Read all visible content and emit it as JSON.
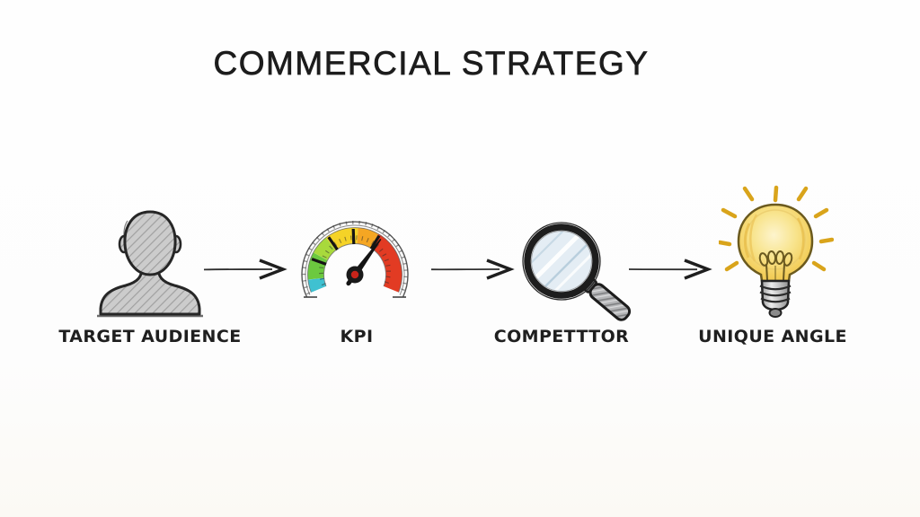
{
  "title": "COMMERCIAL STRATEGY",
  "stages": [
    {
      "id": "target-audience",
      "label": "TARGET AUDIENCE",
      "icon": "person-icon"
    },
    {
      "id": "kpi",
      "label": "KPI",
      "icon": "gauge-icon"
    },
    {
      "id": "competitor",
      "label": "COMPETTTOR",
      "icon": "magnifying-glass-icon"
    },
    {
      "id": "unique-angle",
      "label": "UNIQUE ANGLE",
      "icon": "lightbulb-icon"
    }
  ],
  "colors": {
    "background": "#fdfdfd",
    "text": "#1d1d1d",
    "gauge_segments": [
      "#3fc1d1",
      "#6cc93f",
      "#a8d93c",
      "#f5d327",
      "#f5a623",
      "#e23b23"
    ],
    "gauge_needle": "#141414",
    "gauge_hub": "#1a1a1a",
    "gauge_hub_center": "#c8241a",
    "bulb_yellow": "#f3cf5d",
    "ray_gold": "#d9a41b",
    "lens_blue": "#e4edf4",
    "sketch_gray": "#cccccc",
    "outline_dark": "#262626"
  }
}
